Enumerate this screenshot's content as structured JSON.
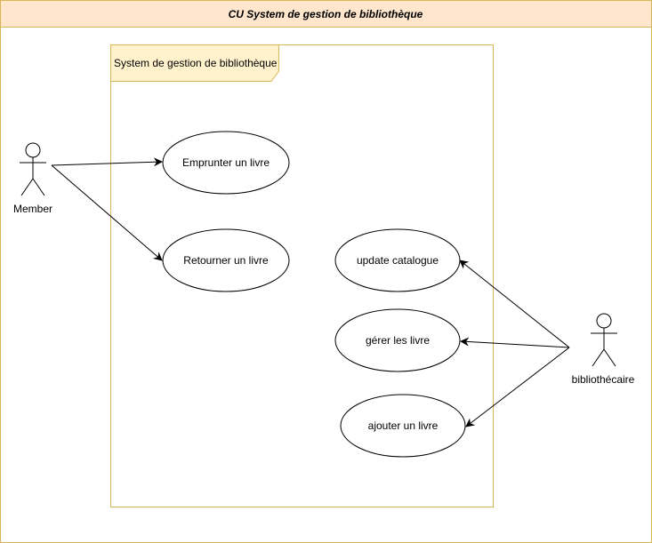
{
  "diagram": {
    "title": "CU System de gestion de bibliothèque",
    "system_boundary": {
      "label": "System de gestion de bibliothèque"
    },
    "actors": {
      "member": {
        "label": "Member"
      },
      "librarian": {
        "label": "bibliothécaire"
      }
    },
    "use_cases": {
      "emprunter": {
        "label": "Emprunter un livre"
      },
      "retourner": {
        "label": "Retourner un livre"
      },
      "update": {
        "label": "update catalogue"
      },
      "gerer": {
        "label": "gérer les livre"
      },
      "ajouter": {
        "label": "ajouter un livre"
      }
    }
  },
  "colors": {
    "frame_border": "#d6b656",
    "header_fill": "#ffe6cc",
    "package_border": "#d6b656",
    "package_tab_fill": "#fff2cc",
    "line": "#000000"
  }
}
